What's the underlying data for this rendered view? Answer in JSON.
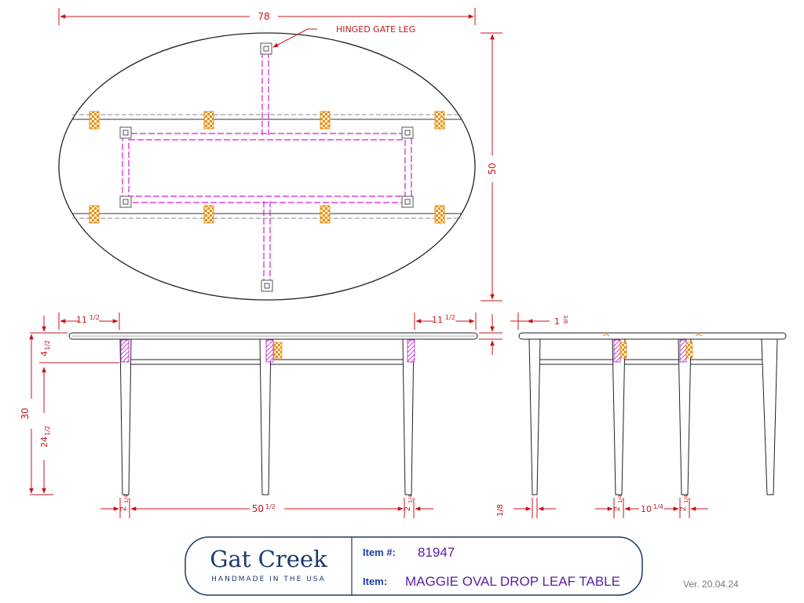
{
  "drawing": {
    "callout_hinged": "HINGED GATE LEG",
    "dims": {
      "overall_length": "78",
      "overall_width": "50",
      "overhang_left_whole": "11",
      "overhang_left_frac": "1/2",
      "overhang_right_whole": "11",
      "overhang_right_frac": "1/2",
      "top_thick_whole": "1",
      "top_thick_frac": "3/8",
      "height": "30",
      "apron_whole": "4",
      "apron_frac": "1/2",
      "leg_h_whole": "24",
      "leg_h_frac": "1/2",
      "leg_w1_whole": "2",
      "leg_w1_frac": "1/4",
      "leg_spacing_whole": "50",
      "leg_spacing_frac": "1/2",
      "leg_w2_whole": "2",
      "leg_w2_frac": "1/4",
      "foot_frac": "1/8",
      "side_leg_w1_whole": "2",
      "side_leg_w1_frac": "1/4",
      "side_spacing_whole": "10",
      "side_spacing_frac": "1/4",
      "side_leg_w2_whole": "2",
      "side_leg_w2_frac": "1/4"
    }
  },
  "title_block": {
    "brand": "Gat Creek",
    "tagline": "HANDMADE IN THE USA",
    "item_no_label": "Item #:",
    "item_no": "81947",
    "item_label": "Item:",
    "item_name": "MAGGIE OVAL DROP LEAF TABLE"
  },
  "version": "Ver. 20.04.24",
  "colors": {
    "dimension": "#c8141e",
    "frame": "#d31fd6",
    "hinge": "#e8901a",
    "brand": "#1b3a6b",
    "value": "#5a20a8"
  }
}
